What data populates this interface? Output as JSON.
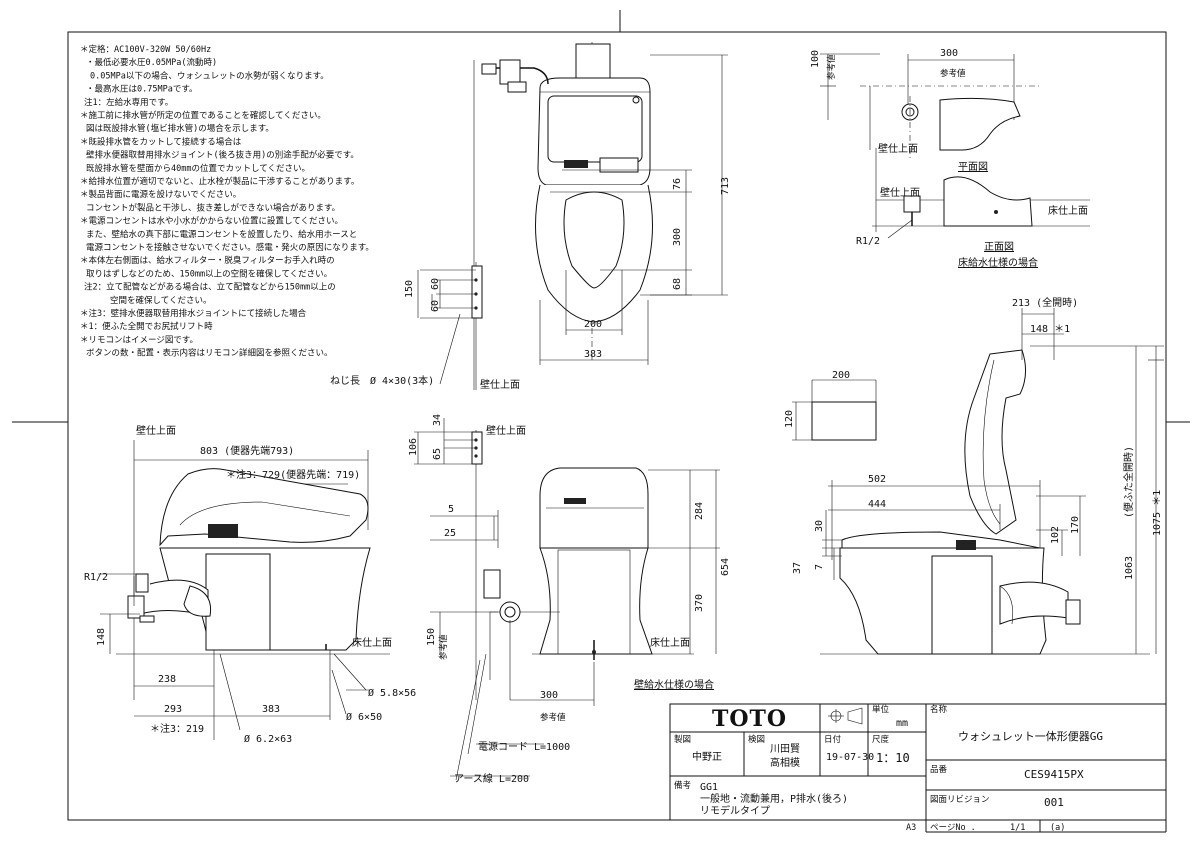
{
  "notes": [
    "＊定格：AC100V-320W 50/60Hz",
    "・最低必要水圧0.05MPa(流動時)",
    "0.05MPa以下の場合、ウォシュレットの水勢が弱くなります。",
    "・最高水圧は0.75MPaです。",
    "注1：左給水専用です。",
    "＊施工前に排水管が所定の位置であることを確認してください。",
    "図は既設排水管(塩ビ排水管)の場合を示します。",
    "＊既設排水管をカットして接続する場合は",
    "壁排水便器取替用排水ジョイント(後ろ抜き用)の別途手配が必要です。",
    "既設排水管を壁面から40mmの位置でカットしてください。",
    "＊給排水位置が適切でないと、止水栓が製品に干渉することがあります。",
    "＊製品背面に電源を設けないでください。",
    "コンセントが製品と干渉し、抜き差しができない場合があります。",
    "＊電源コンセントは水や小水がかからない位置に設置してください。",
    "また、壁給水の真下部に電源コンセントを設置したり、給水用ホースと",
    "電源コンセントを接触させないでください。感電・発火の原因になります。",
    "＊本体左右側面は、給水フィルター・脱臭フィルターお手入れ時の",
    "取りはずしなどのため、150mm以上の空間を確保してください。",
    "注2：立て配管などがある場合は、立て配管などから150mm以上の",
    "空間を確保してください。",
    "＊注3：壁排水便器取替用排水ジョイントにて接続した場合",
    "＊1：便ふた全開でお尻拭リフト時",
    "＊リモコンはイメージ図です。",
    "ボタンの数・配置・表示内容はリモコン詳細図を参照ください。"
  ],
  "labels": {
    "wall_surface": "壁仕上面",
    "floor_surface": "床仕上面",
    "r_half": "R1/2",
    "ref_value": "参考値",
    "plan_view": "平面図",
    "front_view": "正面図",
    "floor_supply_spec": "床給水仕様の場合",
    "wall_supply_spec": "壁給水仕様の場合",
    "screw": "ねじ長　Ø 4×30(3本)",
    "power_cord": "電源コード L=1000",
    "ground_wire": "アース線 L=200",
    "lid_full_open": "(便ふた全開時)",
    "full_open": "213 (全開時)"
  },
  "dims": {
    "top_713": "713",
    "top_76": "76",
    "top_300": "300",
    "top_68": "68",
    "top_200": "200",
    "top_383": "383",
    "rm_150": "150",
    "rm_60a": "60",
    "rm_60b": "60",
    "pl_100": "100",
    "pl_300": "300",
    "side_803": "803 (便器先端793)",
    "side_729": "＊注3：729(便器先端：719)",
    "side_148": "148",
    "side_238": "238",
    "side_293": "293",
    "side_383": "383",
    "side_219": "＊注3：219",
    "side_d62": "Ø 6.2×63",
    "side_d6": "Ø 6×50",
    "side_d58": "Ø 5.8×56",
    "fr_34": "34",
    "fr_106": "106",
    "fr_65": "65",
    "fr_5": "5",
    "fr_25": "25",
    "fr_284": "284",
    "fr_654": "654",
    "fr_370": "370",
    "fr_150": "150",
    "fr_300": "300",
    "rs_148": "148 ＊1",
    "rs_200": "200",
    "rs_120": "120",
    "rs_502": "502",
    "rs_444": "444",
    "rs_30": "30",
    "rs_37": "37",
    "rs_7": "7",
    "rs_102": "102",
    "rs_170": "170",
    "rs_1063": "1063",
    "rs_1075": "1075 ＊1"
  },
  "title_block": {
    "brand": "TOTO",
    "unit_label": "単位",
    "unit": "mm",
    "name_label": "名称",
    "name": "ウォシュレット一体形便器GG",
    "drafter_label": "製図",
    "drafter": "中野正",
    "checker_label": "検図",
    "checker1": "川田賢",
    "checker2": "高相模",
    "date_label": "日付",
    "date": "19-07-30",
    "scale_label": "尺度",
    "scale": "1：10",
    "product_label": "品番",
    "product": "CES9415PX",
    "remark_label": "備考",
    "remark1": "GG1",
    "remark2": "一般地・流動兼用，P排水(後ろ)",
    "remark3": "リモデルタイプ",
    "revision_label": "図面リビジョン",
    "revision": "001",
    "paper": "A3",
    "page_label": "ページNo .",
    "page": "1/1",
    "page_mark": "(a)"
  }
}
